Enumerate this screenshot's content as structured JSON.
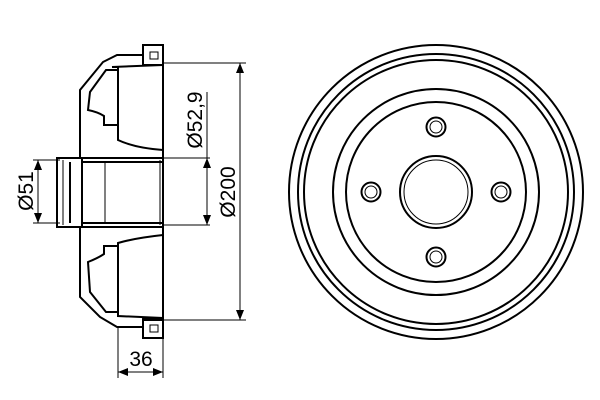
{
  "drawing": {
    "dimensions": {
      "bore_diameter": "Ø51",
      "hub_diameter": "Ø52,9",
      "outer_diameter": "Ø200",
      "height": "36"
    },
    "bolt_hole_count": 4,
    "line_color": "#000000",
    "background_color": "#ffffff"
  }
}
